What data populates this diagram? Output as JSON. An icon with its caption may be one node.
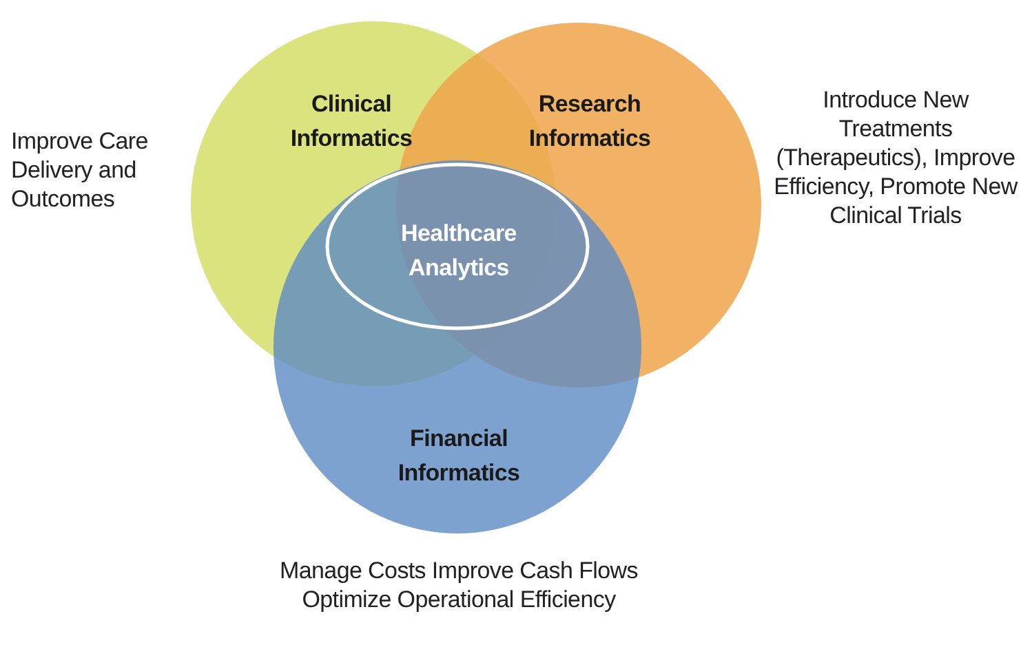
{
  "diagram": {
    "nodes": [
      {
        "text": [
          "Clinical Informatics"
        ],
        "beside": [
          "Improve Care Delivery and Outcomes"
        ]
      },
      {
        "text": [
          "Research Informatics"
        ],
        "beside": [
          "Introduce New Treatments (Therapeutics), Improve Efficiency, Promote New Clinical Trials"
        ]
      },
      {
        "text": [
          "Financial Informatics"
        ],
        "beside": [
          "Manage Costs Improve Cash Flows Optimize Operational Efficiency"
        ]
      },
      {
        "text": [
          "Healthcare Analytics"
        ],
        "in": 2
      }
    ]
  }
}
